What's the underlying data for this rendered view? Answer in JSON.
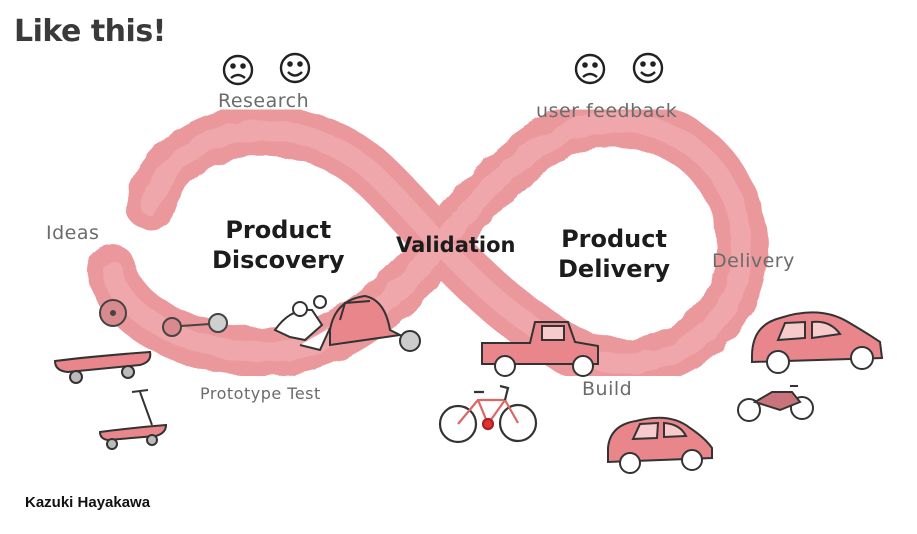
{
  "title": "Like this!",
  "labels": {
    "research": "Research",
    "user_feedback": "user feedback",
    "ideas": "Ideas",
    "product_discovery": [
      "Product",
      "Discovery"
    ],
    "validation": "Validation",
    "product_delivery": [
      "Product",
      "Delivery"
    ],
    "delivery": "Delivery",
    "prototype_test": "Prototype Test",
    "build": "Build"
  },
  "author": "Kazuki Hayakawa",
  "colors": {
    "loop": "#e8868b",
    "loop_light": "#f2b3b6",
    "ink": "#2b2b2b",
    "vehicle": "#e9868c"
  },
  "icons": [
    "sad-face-icon",
    "happy-face-icon",
    "skateboard-icon",
    "scooter-icon",
    "car-icon",
    "pickup-truck-icon",
    "bicycle-icon",
    "motorcycle-icon"
  ]
}
